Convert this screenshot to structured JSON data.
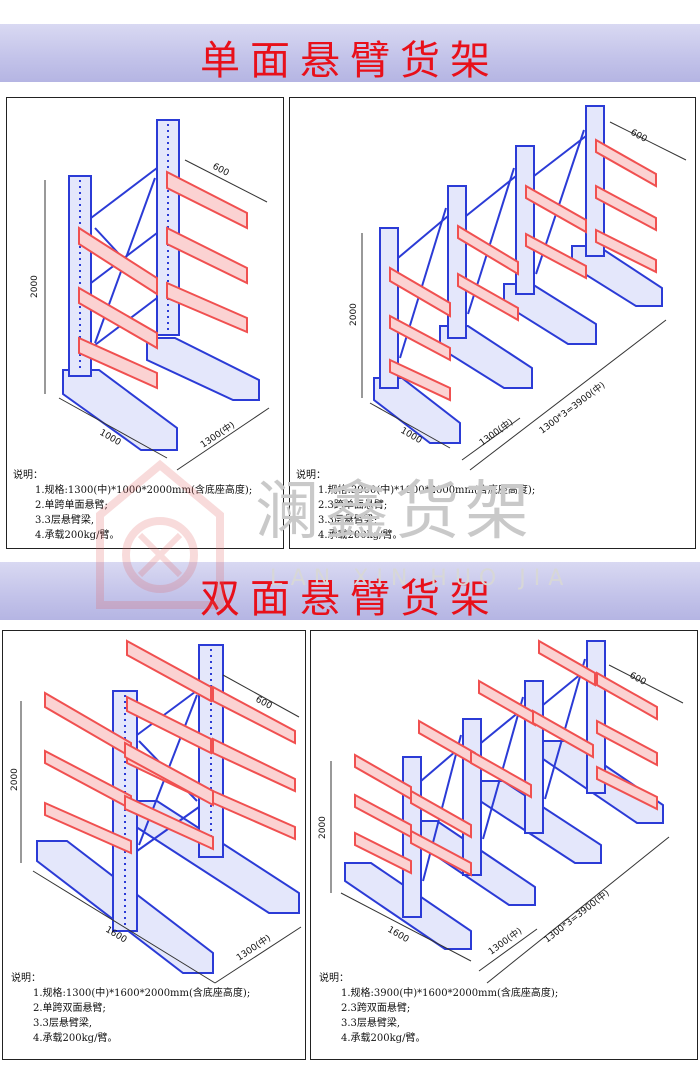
{
  "sections": [
    {
      "title": "单面悬臂货架"
    },
    {
      "title": "双面悬臂货架"
    }
  ],
  "panels": [
    {
      "dims": {
        "arm": "600",
        "height": "2000",
        "depth": "1000",
        "width": "1300(中)"
      },
      "notes_title": "说明：",
      "notes": [
        "1.规格:1300(中)*1000*2000mm(含底座高度);",
        "2.单跨单面悬臂;",
        "3.3层悬臂梁,",
        "4.承载200kg/臂。"
      ]
    },
    {
      "dims": {
        "arm": "600",
        "height": "2000",
        "depth": "1000",
        "width": "1300(中)",
        "total": "1300*3=3900(中)"
      },
      "notes_title": "说明：",
      "notes": [
        "1.规格:3900(中)*1000*2000mm(含底座高度);",
        "2.3跨单面悬臂;",
        "3.3层悬臂梁;",
        "4.承载200kg/臂。"
      ]
    },
    {
      "dims": {
        "arm": "600",
        "height": "2000",
        "depth": "1600",
        "width": "1300(中)"
      },
      "notes_title": "说明：",
      "notes": [
        "1.规格:1300(中)*1600*2000mm(含底座高度);",
        "2.单跨双面悬臂;",
        "3.3层悬臂梁,",
        "4.承载200kg/臂。"
      ]
    },
    {
      "dims": {
        "arm": "600",
        "height": "2000",
        "depth": "1600",
        "width": "1300(中)",
        "total": "1300*3=3900(中)"
      },
      "notes_title": "说明：",
      "notes": [
        "1.规格:3900(中)*1600*2000mm(含底座高度);",
        "2.3跨双面悬臂;",
        "3.3层悬臂梁,",
        "4.承载200kg/臂。"
      ]
    }
  ],
  "watermark": {
    "text": "澜鑫货架",
    "sub": "LAN XIN HUO JIA"
  },
  "colors": {
    "frame": "#2b3bd6",
    "arm": "#f05050",
    "arm_fill": "#fbd2d2",
    "title": "#e8101a"
  }
}
